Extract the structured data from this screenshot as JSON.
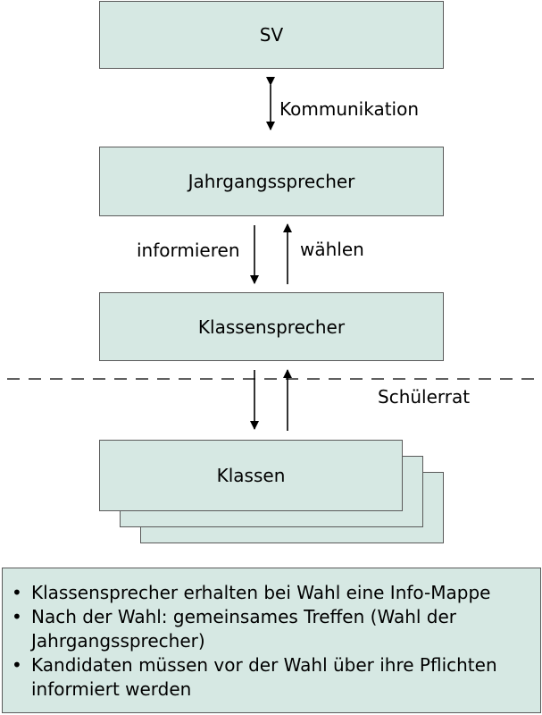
{
  "boxes": {
    "sv": "SV",
    "jahrgangssprecher": "Jahrgangssprecher",
    "klassensprecher": "Klassensprecher",
    "klassen": "Klassen"
  },
  "arrows": {
    "kommunikation": "Kommunikation",
    "informieren": "informieren",
    "waehlen": "wählen"
  },
  "schuelerrat_label": "Schülerrat",
  "notes": {
    "bullet": "•",
    "items": [
      "Klassensprecher erhalten bei Wahl eine Info-Mappe",
      "Nach der Wahl: gemeinsames Treffen (Wahl der Jahrgangssprecher)",
      "Kandidaten müssen vor der Wahl über ihre Pflichten informiert werden"
    ]
  },
  "colors": {
    "box_fill": "#d6e8e3",
    "box_border": "#5a5a5a"
  }
}
